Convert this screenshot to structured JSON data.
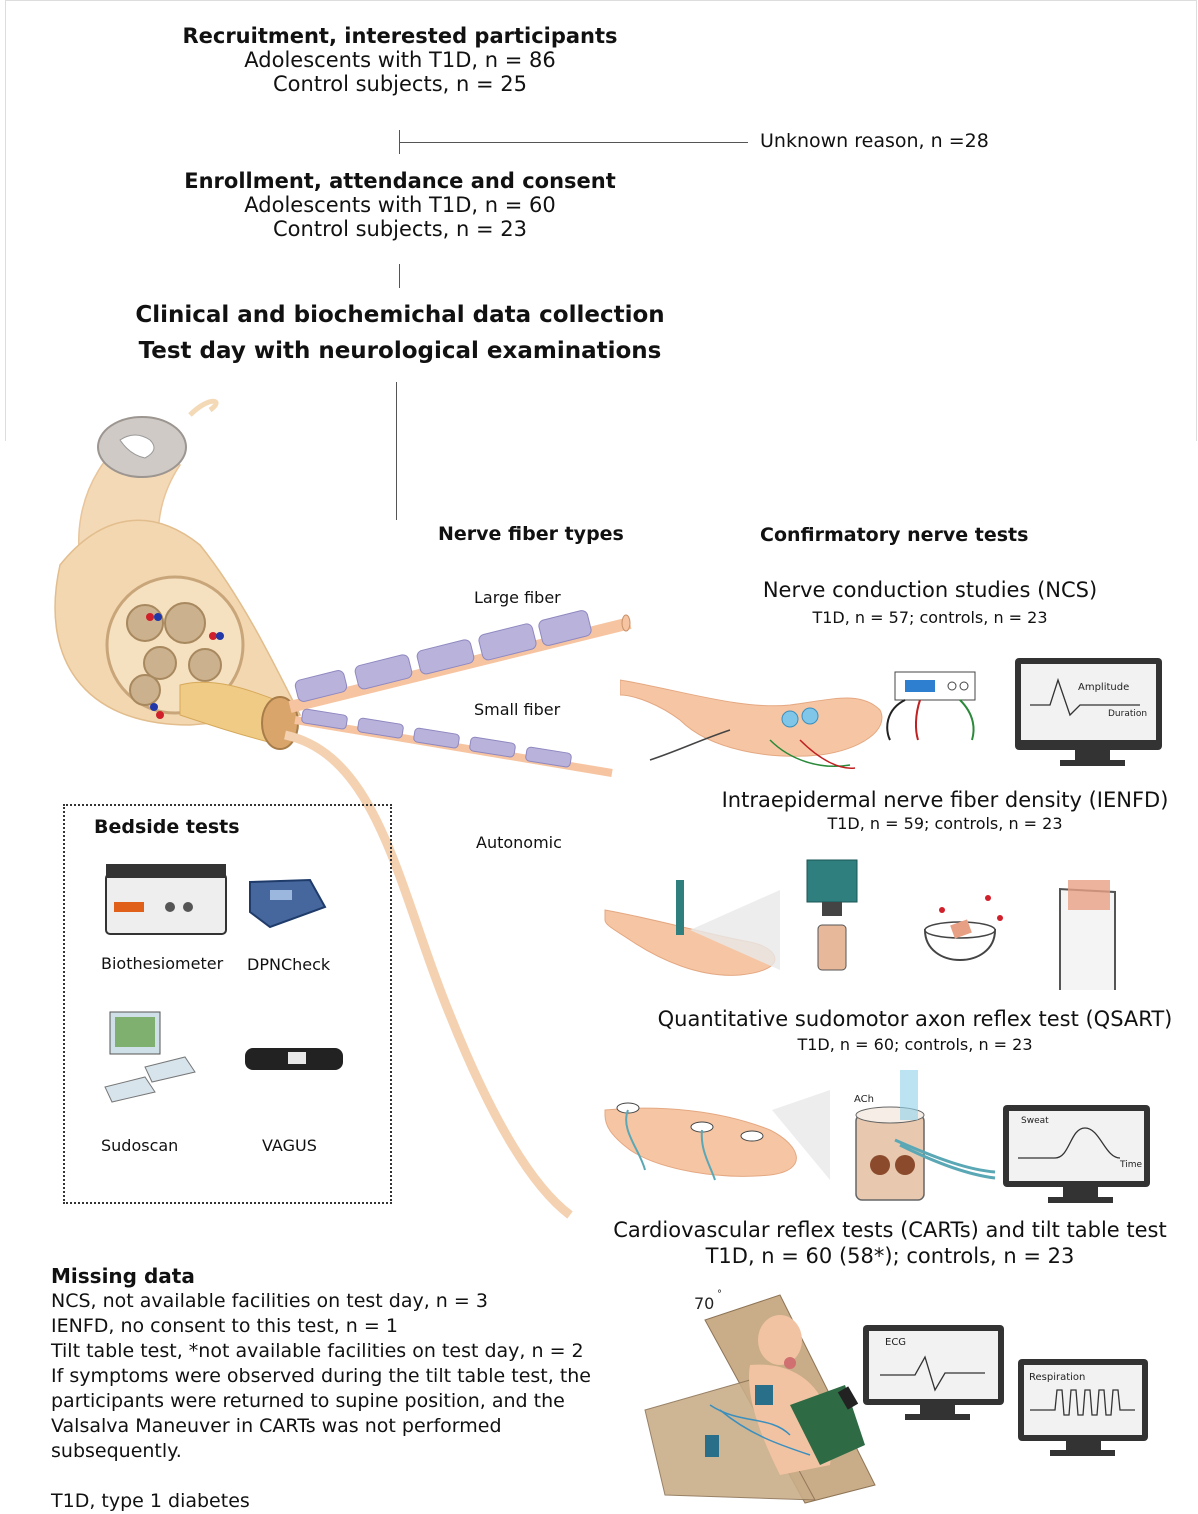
{
  "flow": {
    "recruitment": {
      "title": "Recruitment, interested participants",
      "line1": "Adolescents with T1D, n = 86",
      "line2": "Control subjects, n = 25"
    },
    "exclusion": "Unknown reason, n =28",
    "enrollment": {
      "title": "Enrollment, attendance and consent",
      "line1": "Adolescents with T1D, n = 60",
      "line2": "Control subjects, n = 23"
    },
    "data_collection": {
      "line1": "Clinical and biochemichal data collection",
      "line2": "Test day with neurological examinations"
    }
  },
  "fiber_types": {
    "heading": "Nerve fiber types",
    "large": "Large fiber",
    "small": "Small fiber",
    "autonomic": "Autonomic"
  },
  "confirmatory": {
    "heading": "Confirmatory nerve tests",
    "ncs": {
      "title": "Nerve conduction studies (NCS)",
      "counts": "T1D, n = 57; controls, n = 23",
      "monitor_label_1": "Amplitude",
      "monitor_label_2": "Duration"
    },
    "ienfd": {
      "title": "Intraepidermal nerve fiber density (IENFD)",
      "counts": "T1D, n = 59; controls, n = 23"
    },
    "qsart": {
      "title": "Quantitative sudomotor axon reflex test (QSART)",
      "counts": "T1D, n = 60; controls, n = 23",
      "ach_label": "ACh",
      "monitor_label_1": "Sweat",
      "monitor_label_2": "Time"
    },
    "carts": {
      "title": "Cardiovascular reflex tests (CARTs) and tilt table test",
      "counts": "T1D, n = 60 (58*); controls, n = 23",
      "angle_label": "70",
      "ecg_label": "ECG",
      "resp_label": "Respiration"
    }
  },
  "bedside": {
    "heading": "Bedside tests",
    "items": [
      "Biothesiometer",
      "DPNCheck",
      "Sudoscan",
      "VAGUS"
    ]
  },
  "missing": {
    "heading": "Missing data",
    "lines": [
      "NCS, not available facilities on test day, n = 3",
      "IENFD, no consent to this test, n = 1",
      "Tilt table test, *not available facilities on test day, n = 2",
      "If symptoms were observed during the tilt table test, the",
      "participants were returned to supine position, and the",
      "Valsalva Maneuver in CARTs was not performed",
      "subsequently."
    ],
    "footnote": "T1D, type 1 diabetes"
  },
  "colors": {
    "nerve_tan": "#f2d3a8",
    "myelin": "#b9b3dc",
    "skin": "#f6c6a4",
    "monitor_frame": "#333333",
    "monitor_screen": "#f2f2f2",
    "vessel_red": "#d0202b",
    "vessel_blue": "#2338a8"
  }
}
